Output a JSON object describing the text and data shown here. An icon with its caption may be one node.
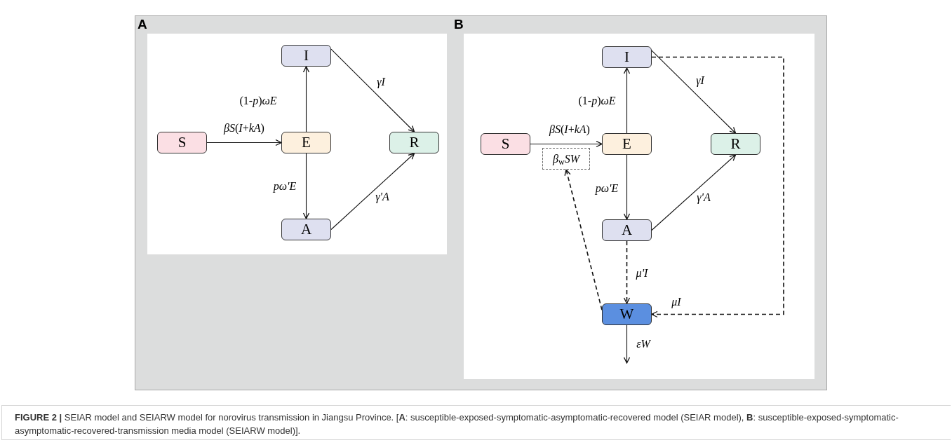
{
  "diagram": {
    "caption": "**FIGURE 2 |** SEIAR model and SEIARW model for norovirus transmission in Jiangsu Province. [**A**: susceptible-exposed-symptomatic-asymptomatic-recovered model (SEIAR model), **B**: susceptible-exposed-symptomatic-asymptomatic-recovered-transmission media model (SEIARW model)].",
    "nodes": [
      {
        "text": [
          "A"
        ]
      },
      {
        "text": [
          "B"
        ]
      },
      {
        "text": [
          "I"
        ],
        "in": 0
      },
      {
        "text": [
          "S"
        ],
        "in": 0
      },
      {
        "text": [
          "E"
        ],
        "in": 0
      },
      {
        "text": [
          "R"
        ],
        "in": 0
      },
      {
        "text": [
          "A"
        ],
        "in": 0
      },
      {
        "text": [
          "I"
        ],
        "in": 1
      },
      {
        "text": [
          "S"
        ],
        "in": 1
      },
      {
        "text": [
          "E"
        ],
        "in": 1
      },
      {
        "text": [
          "R"
        ],
        "in": 1
      },
      {
        "text": [
          "*β*$_{w}$*SW*"
        ],
        "in": 1
      },
      {
        "text": [
          "A"
        ],
        "in": 1
      },
      {
        "text": [
          "W"
        ],
        "in": 1
      }
    ],
    "edges": [
      {
        "from": 3,
        "to": 4,
        "arrow": "to",
        "label": "*βS*(*I*+*kA*)"
      },
      {
        "from": 4,
        "to": 2,
        "arrow": "to",
        "label": "(1-*p*)*ωE*"
      },
      {
        "from": 4,
        "to": 6,
        "arrow": "to",
        "label": "*pω'E*"
      },
      {
        "from": 2,
        "to": 5,
        "arrow": "to",
        "label": "*γI*"
      },
      {
        "from": 6,
        "to": 5,
        "arrow": "to",
        "label": "*γ'A*"
      },
      {
        "from": 8,
        "to": 9,
        "arrow": "to",
        "label": "*βS*(*I*+*kA*)"
      },
      {
        "from": 9,
        "to": 7,
        "arrow": "to",
        "label": "(1-*p*)*ωE*"
      },
      {
        "from": 9,
        "to": 12,
        "arrow": "to",
        "label": "*pω'E*"
      },
      {
        "from": 7,
        "to": 10,
        "arrow": "to",
        "label": "*γI*"
      },
      {
        "from": 12,
        "to": 10,
        "arrow": "to",
        "label": "*γ'A*"
      },
      {
        "from": 7,
        "to": 13,
        "arrow": "to",
        "label": "*μI*",
        "style": "dashed"
      },
      {
        "from": 12,
        "to": 13,
        "arrow": "to",
        "label": "*μ'I*",
        "style": "dashed"
      },
      {
        "from": 13,
        "to": 11,
        "arrow": "to",
        "style": "dashed"
      },
      {
        "from": 13,
        "to": null,
        "arrow": "to",
        "label": "*εW*"
      }
    ]
  }
}
